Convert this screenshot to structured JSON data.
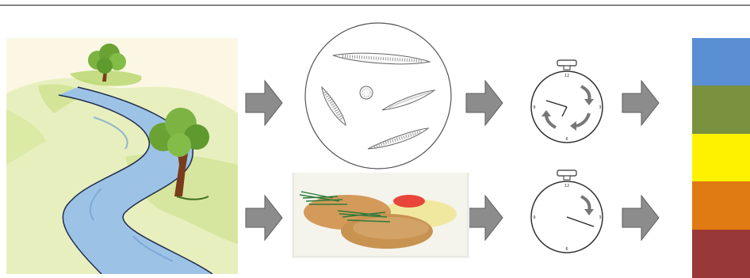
{
  "timers": [
    {
      "label_top": "12",
      "label_right": "3",
      "label_bottom": "6",
      "label_left": "9"
    },
    {
      "label_top": "12",
      "label_right": "3",
      "label_bottom": "6",
      "label_left": "9"
    }
  ],
  "status_bars": {
    "colors": [
      "#5b8fd4",
      "#7a9140",
      "#fff200",
      "#e07a12",
      "#993838"
    ]
  },
  "icons": {
    "arrow": "right-arrow-icon",
    "landscape": "river-landscape-illustration",
    "microscope": "diatom-microscope-view",
    "sediment": "sediment-biofilm-illustration",
    "timer": "stopwatch-icon"
  }
}
